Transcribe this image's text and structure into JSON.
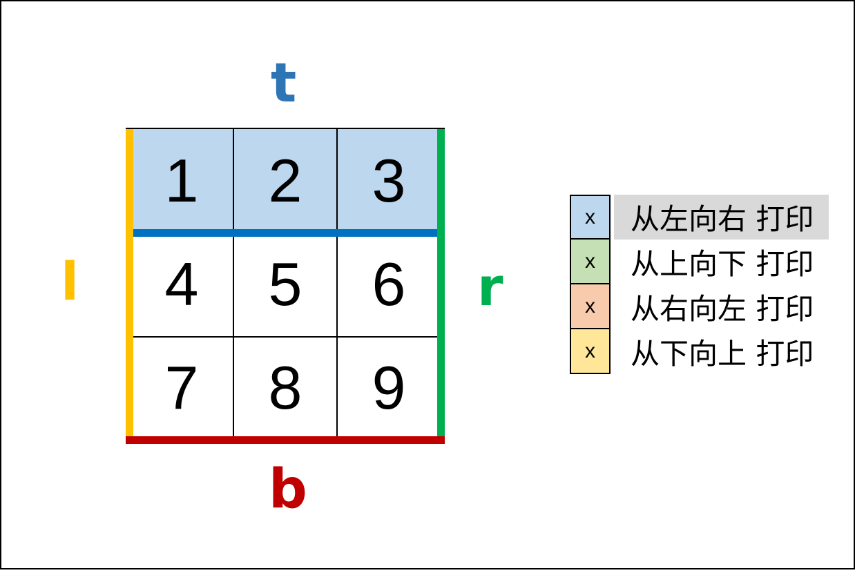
{
  "labels": {
    "top": "t",
    "left": "l",
    "right": "r",
    "bottom": "b"
  },
  "colors": {
    "top": "#2e75b6",
    "top_bar": "#0070c0",
    "left": "#ffc000",
    "right": "#00b050",
    "bottom": "#c00000",
    "top_row_fill": "#bdd7ee",
    "legend_highlight": "#d9d9d9"
  },
  "grid": {
    "cells": [
      "1",
      "2",
      "3",
      "4",
      "5",
      "6",
      "7",
      "8",
      "9"
    ]
  },
  "legend": [
    {
      "mark": "x",
      "text": "从左向右 打印",
      "color": "#bdd7ee",
      "highlighted": true
    },
    {
      "mark": "x",
      "text": "从上向下 打印",
      "color": "#c5e0b4",
      "highlighted": false
    },
    {
      "mark": "x",
      "text": "从右向左 打印",
      "color": "#f8cbad",
      "highlighted": false
    },
    {
      "mark": "x",
      "text": "从下向上 打印",
      "color": "#ffe699",
      "highlighted": false
    }
  ]
}
